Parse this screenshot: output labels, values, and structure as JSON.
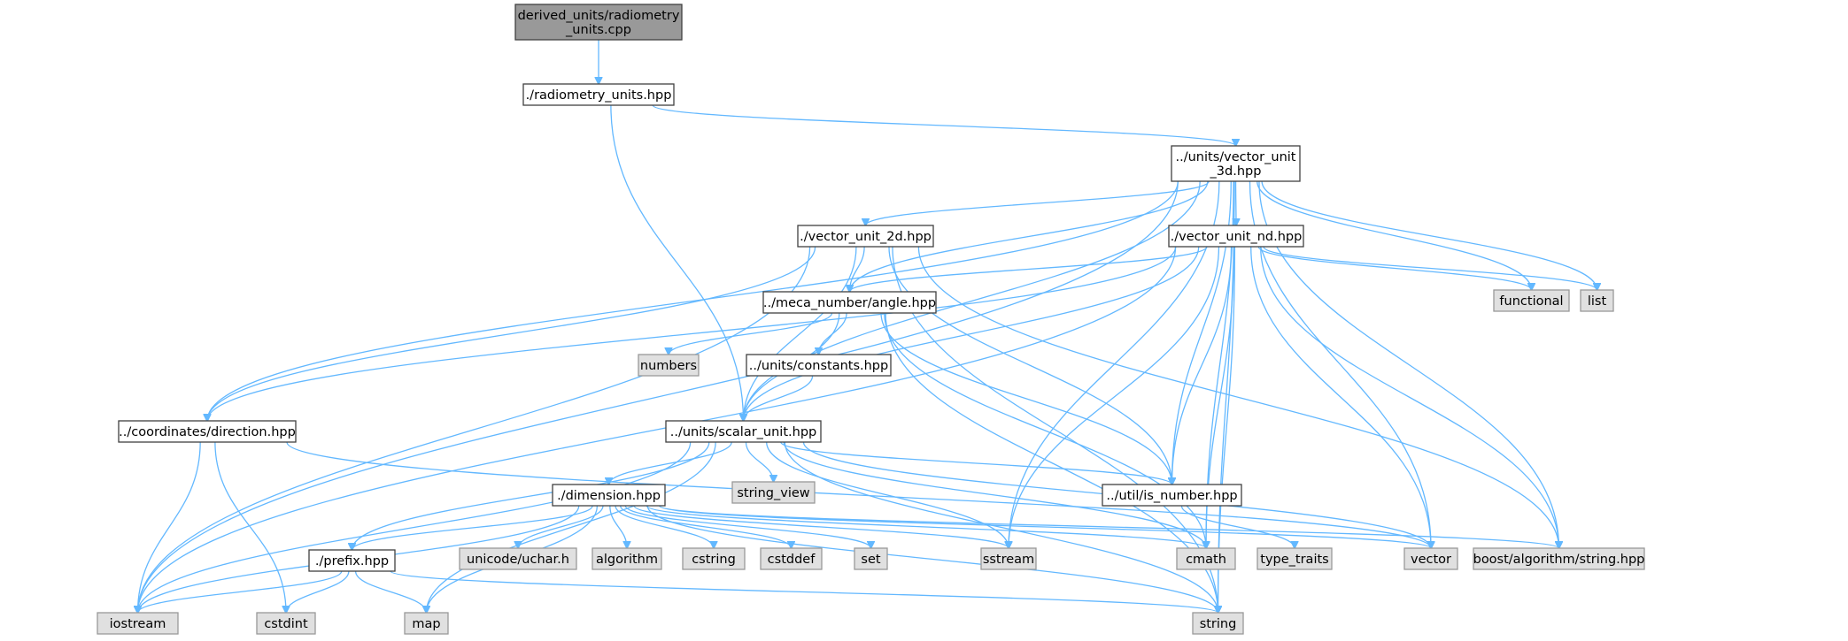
{
  "diagram": {
    "type": "include-dependency-graph",
    "colors": {
      "edge": "#63b8ff",
      "root_fill": "#999999",
      "file_fill": "#ffffff",
      "system_fill": "#e0e0e0",
      "system_border": "#999999",
      "file_border": "#404040"
    },
    "nodes": [
      {
        "id": "root",
        "kind": "root",
        "lines": [
          "derived_units/radiometry",
          "_units.cpp"
        ]
      },
      {
        "id": "radiometry_units",
        "kind": "file",
        "lines": [
          "./radiometry_units.hpp"
        ]
      },
      {
        "id": "vector_unit_3d",
        "kind": "file",
        "lines": [
          "../units/vector_unit",
          "_3d.hpp"
        ]
      },
      {
        "id": "vector_unit_2d",
        "kind": "file",
        "lines": [
          "./vector_unit_2d.hpp"
        ]
      },
      {
        "id": "vector_unit_nd",
        "kind": "file",
        "lines": [
          "./vector_unit_nd.hpp"
        ]
      },
      {
        "id": "angle",
        "kind": "file",
        "lines": [
          "../meca_number/angle.hpp"
        ]
      },
      {
        "id": "constants",
        "kind": "file",
        "lines": [
          "../units/constants.hpp"
        ]
      },
      {
        "id": "numbers",
        "kind": "system",
        "lines": [
          "numbers"
        ]
      },
      {
        "id": "functional",
        "kind": "system",
        "lines": [
          "functional"
        ]
      },
      {
        "id": "list",
        "kind": "system",
        "lines": [
          "list"
        ]
      },
      {
        "id": "direction",
        "kind": "file",
        "lines": [
          "../coordinates/direction.hpp"
        ]
      },
      {
        "id": "scalar_unit",
        "kind": "file",
        "lines": [
          "../units/scalar_unit.hpp"
        ]
      },
      {
        "id": "string_view",
        "kind": "system",
        "lines": [
          "string_view"
        ]
      },
      {
        "id": "is_number",
        "kind": "file",
        "lines": [
          "../util/is_number.hpp"
        ]
      },
      {
        "id": "dimension",
        "kind": "file",
        "lines": [
          "./dimension.hpp"
        ]
      },
      {
        "id": "prefix",
        "kind": "file",
        "lines": [
          "./prefix.hpp"
        ]
      },
      {
        "id": "uchar",
        "kind": "system",
        "lines": [
          "unicode/uchar.h"
        ]
      },
      {
        "id": "algorithm",
        "kind": "system",
        "lines": [
          "algorithm"
        ]
      },
      {
        "id": "cstring",
        "kind": "system",
        "lines": [
          "cstring"
        ]
      },
      {
        "id": "cstddef",
        "kind": "system",
        "lines": [
          "cstddef"
        ]
      },
      {
        "id": "set",
        "kind": "system",
        "lines": [
          "set"
        ]
      },
      {
        "id": "sstream",
        "kind": "system",
        "lines": [
          "sstream"
        ]
      },
      {
        "id": "cmath",
        "kind": "system",
        "lines": [
          "cmath"
        ]
      },
      {
        "id": "type_traits",
        "kind": "system",
        "lines": [
          "type_traits"
        ]
      },
      {
        "id": "vector",
        "kind": "system",
        "lines": [
          "vector"
        ]
      },
      {
        "id": "boost_string",
        "kind": "system",
        "lines": [
          "boost/algorithm/string.hpp"
        ]
      },
      {
        "id": "iostream",
        "kind": "system",
        "lines": [
          "iostream"
        ]
      },
      {
        "id": "cstdint",
        "kind": "system",
        "lines": [
          "cstdint"
        ]
      },
      {
        "id": "map",
        "kind": "system",
        "lines": [
          "map"
        ]
      },
      {
        "id": "string",
        "kind": "system",
        "lines": [
          "string"
        ]
      }
    ],
    "edges": [
      [
        "root",
        "radiometry_units"
      ],
      [
        "radiometry_units",
        "vector_unit_3d"
      ],
      [
        "radiometry_units",
        "scalar_unit"
      ],
      [
        "vector_unit_3d",
        "vector_unit_2d"
      ],
      [
        "vector_unit_3d",
        "vector_unit_nd"
      ],
      [
        "vector_unit_3d",
        "angle"
      ],
      [
        "vector_unit_3d",
        "direction"
      ],
      [
        "vector_unit_3d",
        "scalar_unit"
      ],
      [
        "vector_unit_3d",
        "is_number"
      ],
      [
        "vector_unit_3d",
        "functional"
      ],
      [
        "vector_unit_3d",
        "list"
      ],
      [
        "vector_unit_3d",
        "sstream"
      ],
      [
        "vector_unit_3d",
        "cmath"
      ],
      [
        "vector_unit_3d",
        "vector"
      ],
      [
        "vector_unit_3d",
        "boost_string"
      ],
      [
        "vector_unit_3d",
        "iostream"
      ],
      [
        "vector_unit_3d",
        "string"
      ],
      [
        "vector_unit_2d",
        "angle"
      ],
      [
        "vector_unit_2d",
        "direction"
      ],
      [
        "vector_unit_2d",
        "scalar_unit"
      ],
      [
        "vector_unit_2d",
        "is_number"
      ],
      [
        "vector_unit_2d",
        "boost_string"
      ],
      [
        "vector_unit_2d",
        "iostream"
      ],
      [
        "vector_unit_2d",
        "string"
      ],
      [
        "vector_unit_nd",
        "angle"
      ],
      [
        "vector_unit_nd",
        "direction"
      ],
      [
        "vector_unit_nd",
        "scalar_unit"
      ],
      [
        "vector_unit_nd",
        "is_number"
      ],
      [
        "vector_unit_nd",
        "functional"
      ],
      [
        "vector_unit_nd",
        "list"
      ],
      [
        "vector_unit_nd",
        "sstream"
      ],
      [
        "vector_unit_nd",
        "cmath"
      ],
      [
        "vector_unit_nd",
        "vector"
      ],
      [
        "vector_unit_nd",
        "boost_string"
      ],
      [
        "vector_unit_nd",
        "iostream"
      ],
      [
        "vector_unit_nd",
        "string"
      ],
      [
        "angle",
        "numbers"
      ],
      [
        "angle",
        "constants"
      ],
      [
        "angle",
        "scalar_unit"
      ],
      [
        "angle",
        "is_number"
      ],
      [
        "angle",
        "cmath"
      ],
      [
        "angle",
        "string"
      ],
      [
        "constants",
        "scalar_unit"
      ],
      [
        "direction",
        "iostream"
      ],
      [
        "direction",
        "cstdint"
      ],
      [
        "direction",
        "vector"
      ],
      [
        "scalar_unit",
        "dimension"
      ],
      [
        "scalar_unit",
        "prefix"
      ],
      [
        "scalar_unit",
        "string_view"
      ],
      [
        "scalar_unit",
        "is_number"
      ],
      [
        "scalar_unit",
        "sstream"
      ],
      [
        "scalar_unit",
        "cmath"
      ],
      [
        "scalar_unit",
        "vector"
      ],
      [
        "scalar_unit",
        "iostream"
      ],
      [
        "scalar_unit",
        "map"
      ],
      [
        "scalar_unit",
        "string"
      ],
      [
        "is_number",
        "type_traits"
      ],
      [
        "dimension",
        "prefix"
      ],
      [
        "dimension",
        "uchar"
      ],
      [
        "dimension",
        "algorithm"
      ],
      [
        "dimension",
        "cstring"
      ],
      [
        "dimension",
        "cstddef"
      ],
      [
        "dimension",
        "set"
      ],
      [
        "dimension",
        "sstream"
      ],
      [
        "dimension",
        "cmath"
      ],
      [
        "dimension",
        "vector"
      ],
      [
        "dimension",
        "boost_string"
      ],
      [
        "dimension",
        "iostream"
      ],
      [
        "dimension",
        "map"
      ],
      [
        "dimension",
        "string"
      ],
      [
        "prefix",
        "iostream"
      ],
      [
        "prefix",
        "cstdint"
      ],
      [
        "prefix",
        "map"
      ],
      [
        "prefix",
        "string"
      ]
    ]
  }
}
